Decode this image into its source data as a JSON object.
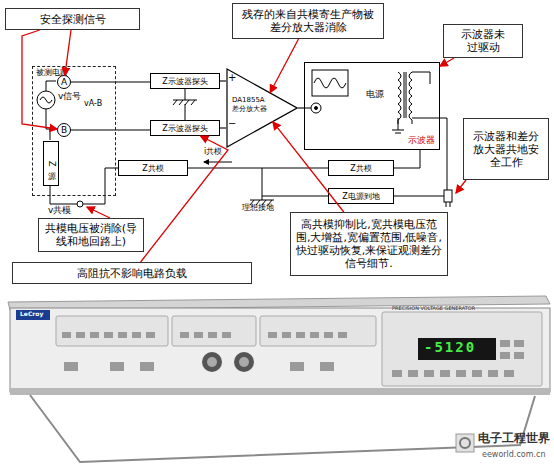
{
  "diagram": {
    "nodes": [
      {
        "text": [
          "安全探测信号"
        ]
      },
      {
        "text": [
          "残存的来自共模寄生产物被差分放大器消除"
        ]
      },
      {
        "text": [
          "示波器未过驱动"
        ]
      },
      {
        "text": [
          "被测电路"
        ]
      },
      {
        "text": [
          "A"
        ],
        "in": 3
      },
      {
        "text": [
          "B"
        ],
        "in": 3
      },
      {
        "text": [
          "Z源"
        ],
        "in": 3
      },
      {
        "text": [
          "Z示波器探头"
        ]
      },
      {
        "text": [
          "Z示波器探头"
        ]
      },
      {
        "text": [
          "DA1855A 差分放大器"
        ]
      },
      {
        "text": [
          "示波器"
        ]
      },
      {
        "text": [
          "示波器和差分放大器共地安全工作"
        ]
      },
      {
        "text": [
          "Z共模"
        ]
      },
      {
        "text": [
          "Z共模"
        ]
      },
      {
        "text": [
          "Z电源到地"
        ]
      },
      {
        "text": [
          "共模电压被消除(导线和地回路上)"
        ]
      },
      {
        "text": [
          "高共模抑制比,宽共模电压范围,大增益,宽偏置范围,低噪音,快过驱动恢复,来保证观测差分信号细节."
        ]
      },
      {
        "text": [
          "高阻抗不影响电路负载"
        ]
      }
    ],
    "edges": [
      {
        "from": 4,
        "to": 7,
        "arrow": "none"
      },
      {
        "from": 5,
        "to": 8,
        "arrow": "none"
      },
      {
        "from": 7,
        "to": 9,
        "arrow": "none"
      },
      {
        "from": 8,
        "to": 9,
        "arrow": "none"
      },
      {
        "from": 9,
        "to": 10,
        "arrow": "none"
      },
      {
        "from": 0,
        "to": 4,
        "arrow": "to"
      },
      {
        "from": 0,
        "to": 5,
        "arrow": "to"
      },
      {
        "from": 1,
        "to": 9,
        "arrow": "to"
      },
      {
        "from": 2,
        "to": 10,
        "arrow": "to"
      },
      {
        "from": 16,
        "to": 9,
        "arrow": "to"
      },
      {
        "from": 17,
        "to": 8,
        "arrow": "to"
      }
    ],
    "labels": [
      "v信号",
      "vA-B",
      "+",
      "−",
      "电源",
      "i共模",
      "理想接地",
      "v共模",
      "LeCroy",
      "PRECISION VOLTAGE GENERATOR",
      "-5120",
      "电子工程世界",
      "eeworld.com.cn"
    ]
  }
}
